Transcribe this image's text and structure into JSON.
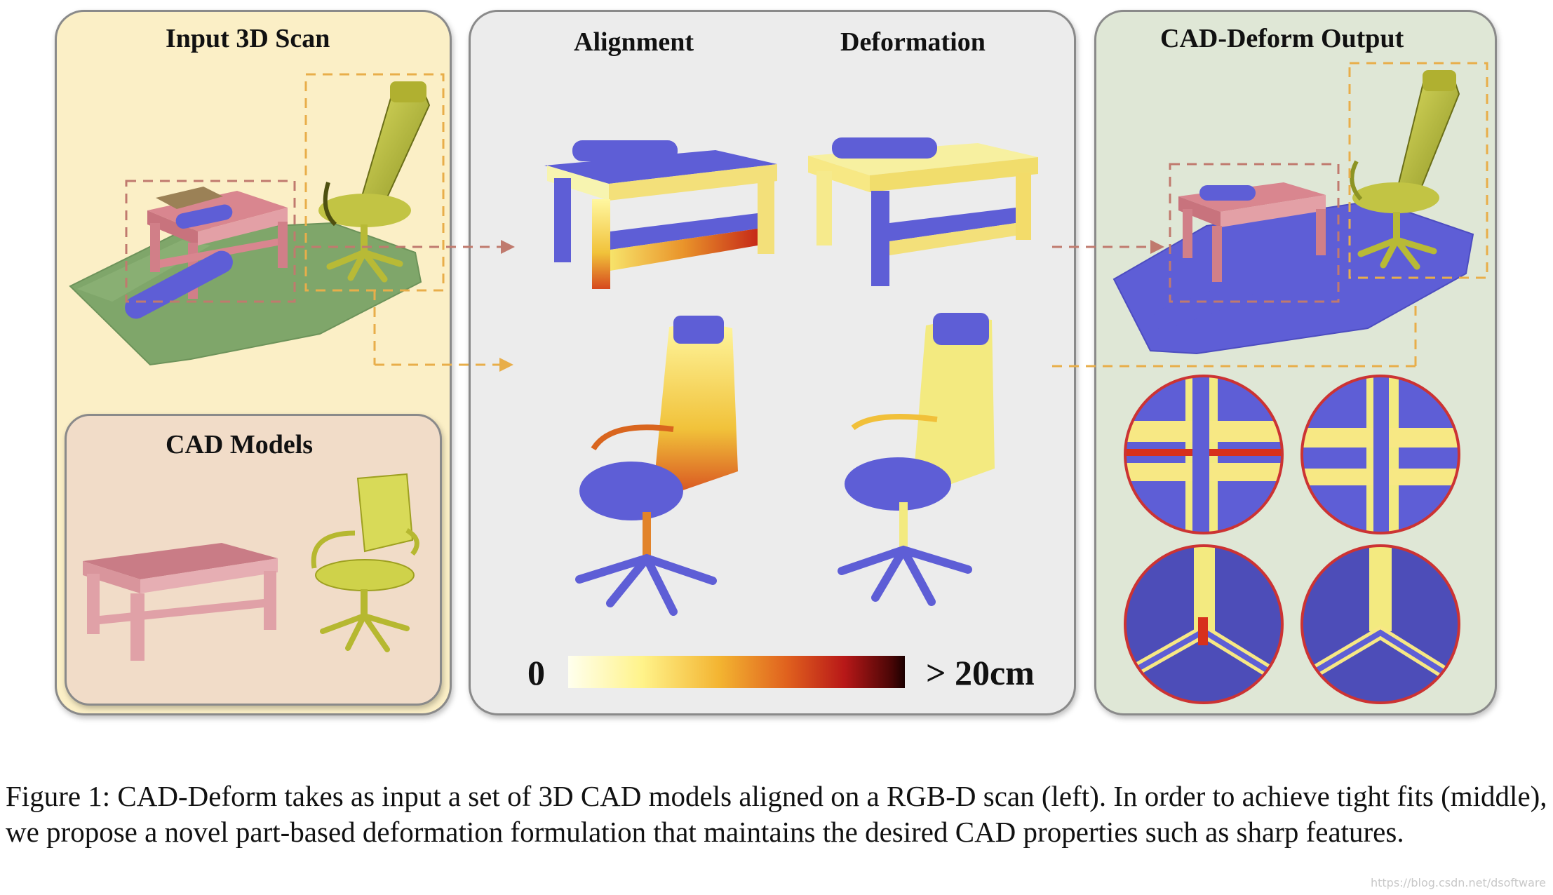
{
  "figure": {
    "panels": {
      "input_scan": {
        "title": "Input 3D Scan"
      },
      "cad_models": {
        "title": "CAD Models"
      },
      "alignment": {
        "title": "Alignment"
      },
      "deformation": {
        "title": "Deformation"
      },
      "output": {
        "title": "CAD-Deform Output"
      }
    },
    "colorbar": {
      "min_label": "0",
      "max_label": "> 20cm"
    },
    "colors": {
      "scan_green": "#7fa66a",
      "table_pink": "#dc8e96",
      "chair_olive": "#c0c040",
      "cad_blue": "#5e5ed6",
      "dash_red": "#c07a6e",
      "dash_orange": "#e8ae4a",
      "circle_red": "#cc3333"
    }
  },
  "caption": {
    "text": "Figure 1: CAD-Deform takes as input a set of 3D CAD models aligned on a RGB-D scan (left). In order to achieve tight fits (middle), we propose a novel part-based deformation formulation that maintains the desired CAD properties such as sharp features."
  },
  "watermark": "https://blog.csdn.net/dsoftware"
}
